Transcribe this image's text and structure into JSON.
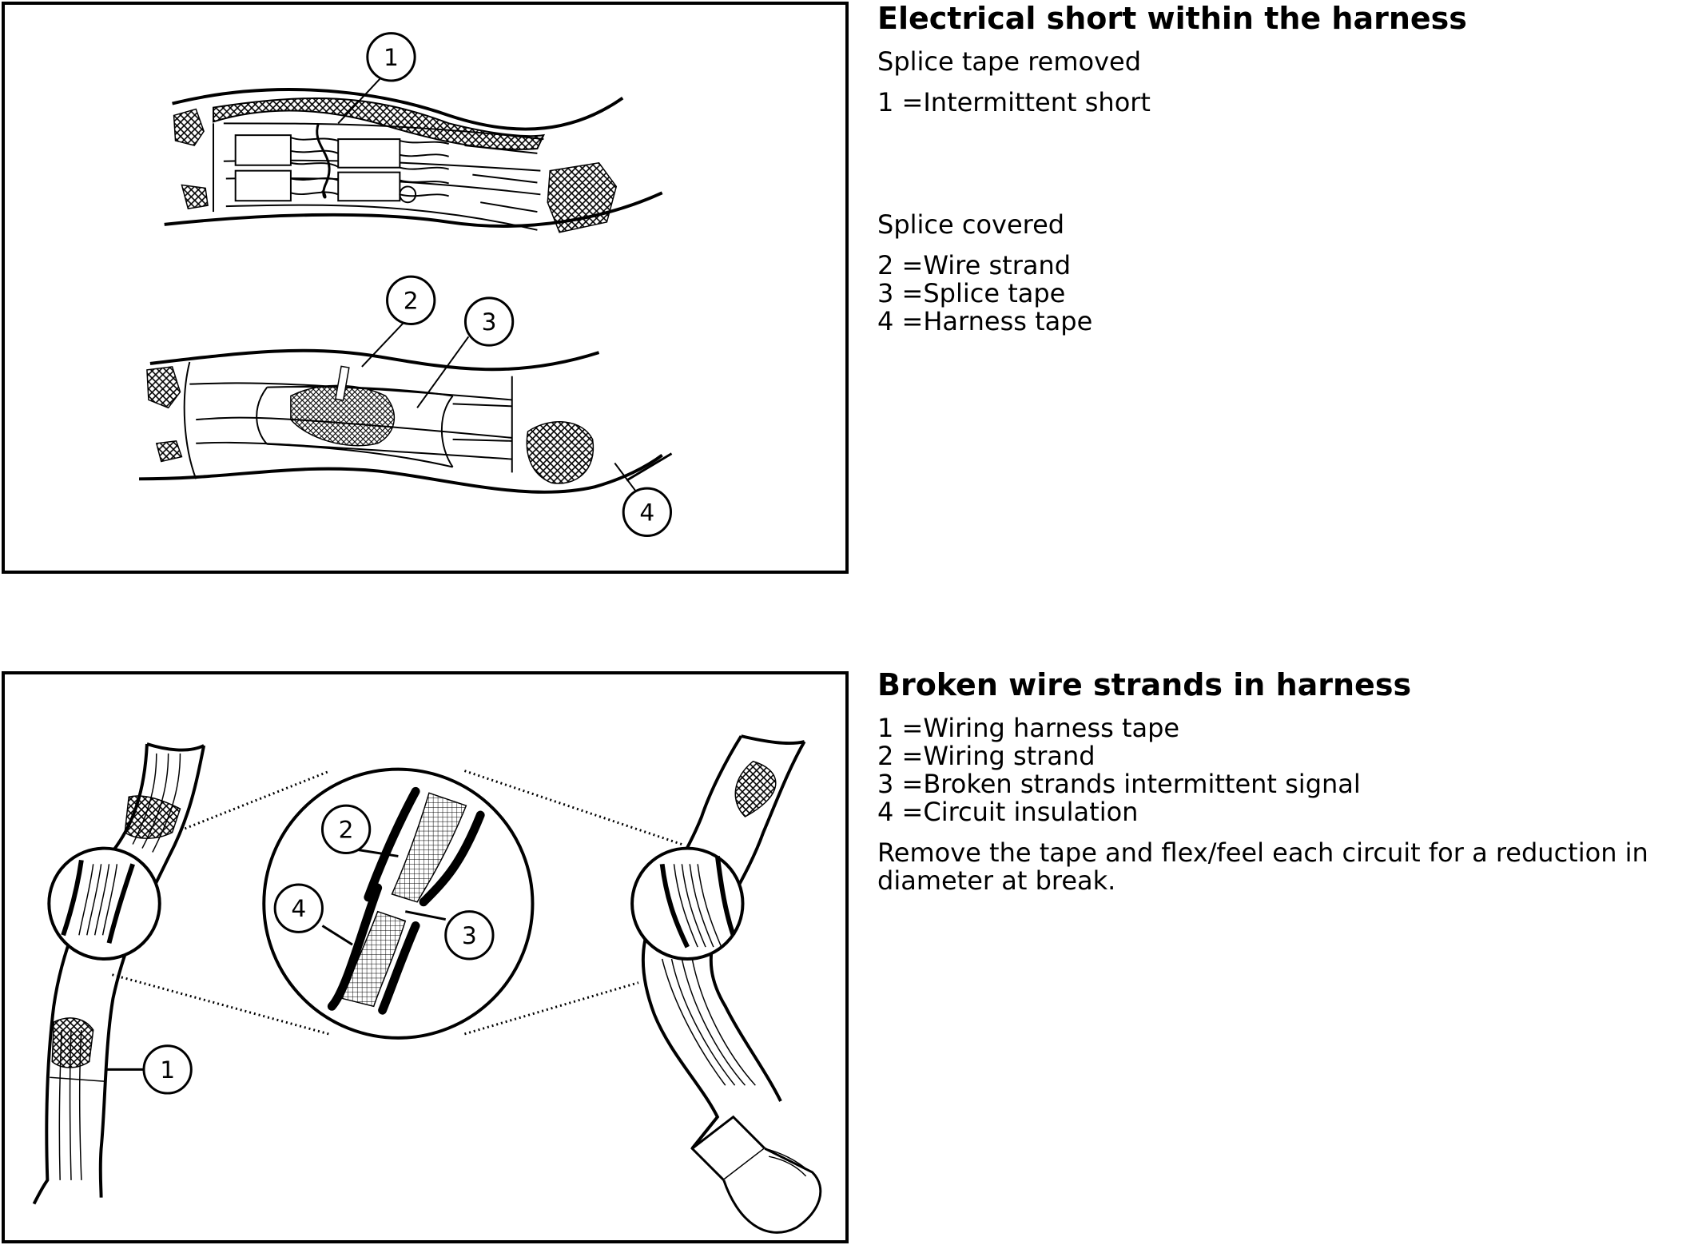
{
  "section1": {
    "title": "Electrical short within the harness",
    "group1_heading": "Splice tape removed",
    "group1_items": [
      "1 =Intermittent short"
    ],
    "group2_heading": "Splice covered",
    "group2_items": [
      "2 =Wire strand",
      "3 =Splice tape",
      "4 =Harness tape"
    ]
  },
  "section2": {
    "title": "Broken wire strands in harness",
    "items": [
      "1 =Wiring harness tape",
      "2 =Wiring strand",
      "3 =Broken strands intermittent signal",
      "4 =Circuit insulation"
    ],
    "note": "Remove the tape and flex/feel each circuit for a reduction in diameter at break."
  },
  "callouts": {
    "top": [
      "1",
      "2",
      "3",
      "4"
    ],
    "bottom": [
      "1",
      "2",
      "3",
      "4"
    ]
  }
}
